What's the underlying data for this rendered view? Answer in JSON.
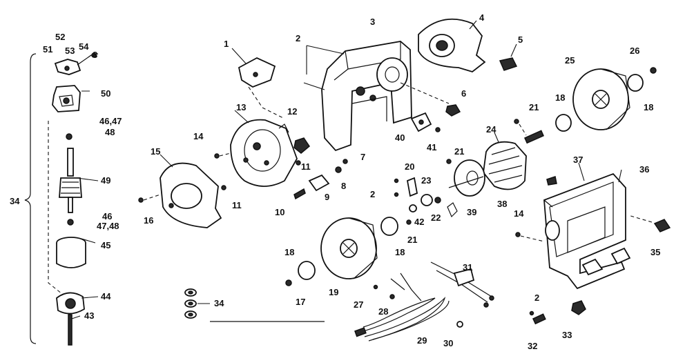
{
  "callouts": {
    "c1": "1",
    "c2a": "2",
    "c2b": "2",
    "c2c": "2",
    "c3": "3",
    "c4": "4",
    "c5": "5",
    "c6": "6",
    "c7": "7",
    "c8": "8",
    "c9": "9",
    "c10": "10",
    "c11a": "11",
    "c11b": "11",
    "c12": "12",
    "c13": "13",
    "c14a": "14",
    "c14b": "14",
    "c15": "15",
    "c16": "16",
    "c17": "17",
    "c18a": "18",
    "c18b": "18",
    "c18c": "18",
    "c18d": "18",
    "c19": "19",
    "c20": "20",
    "c21a": "21",
    "c21b": "21",
    "c21c": "21",
    "c22": "22",
    "c23": "23",
    "c24": "24",
    "c25": "25",
    "c26": "26",
    "c27": "27",
    "c28": "28",
    "c29": "29",
    "c30": "30",
    "c31": "31",
    "c32": "32",
    "c33": "33",
    "c34": "34",
    "c34side": "34",
    "c35": "35",
    "c36": "36",
    "c37": "37",
    "c38": "38",
    "c39": "39",
    "c40": "40",
    "c41": "41",
    "c42": "42",
    "c43": "43",
    "c44": "44",
    "c45": "45",
    "c46a": "46,47",
    "c46b": "48",
    "c46c": "46",
    "c46d": "47,48",
    "c49": "49",
    "c50": "50",
    "c51": "51",
    "c52": "52",
    "c53": "53",
    "c54": "54",
    "c55": "8"
  }
}
